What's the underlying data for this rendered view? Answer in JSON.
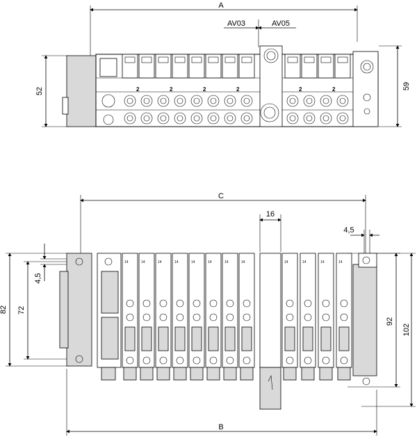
{
  "dimensions": {
    "top_width": "A",
    "av03": "AV03",
    "av05": "AV05",
    "height_left": "52",
    "height_right": "59",
    "bottom_width_c": "C",
    "width_16": "16",
    "width_4_5_right": "4,5",
    "height_82": "82",
    "height_72": "72",
    "height_4_5_left": "4,5",
    "height_92": "92",
    "height_102": "102",
    "bottom_width_b": "B"
  },
  "top_view": {
    "valve_marks": [
      "2",
      "2",
      "2",
      "2",
      "2",
      "2"
    ]
  },
  "front_view": {
    "valve_labels": [
      "14",
      "14",
      "14",
      "14",
      "14",
      "14",
      "14",
      "14",
      "14",
      "14",
      "14",
      "14"
    ]
  }
}
